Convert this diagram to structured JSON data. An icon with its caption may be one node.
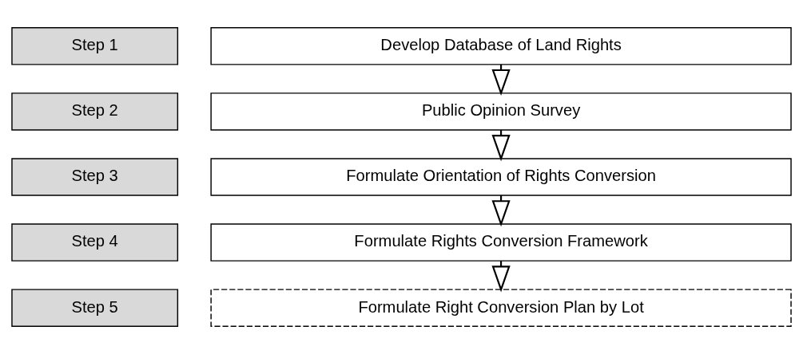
{
  "diagram": {
    "nodes": [
      {
        "text": [
          "Step 1"
        ]
      },
      {
        "text": [
          "Develop Database of Land Rights"
        ]
      },
      {
        "text": [
          "Step 2"
        ]
      },
      {
        "text": [
          "Public Opinion Survey"
        ]
      },
      {
        "text": [
          "Step 3"
        ]
      },
      {
        "text": [
          "Formulate Orientation of Rights Conversion"
        ]
      },
      {
        "text": [
          "Step 4"
        ]
      },
      {
        "text": [
          "Formulate Rights Conversion Framework"
        ]
      },
      {
        "text": [
          "Step 5"
        ]
      },
      {
        "text": [
          "Formulate Right Conversion Plan by Lot"
        ]
      }
    ],
    "edges": [
      {
        "from": 1,
        "to": 3,
        "arrow": "to"
      },
      {
        "from": 3,
        "to": 5,
        "arrow": "to"
      },
      {
        "from": 5,
        "to": 7,
        "arrow": "to"
      },
      {
        "from": 7,
        "to": 9,
        "arrow": "to"
      }
    ]
  }
}
